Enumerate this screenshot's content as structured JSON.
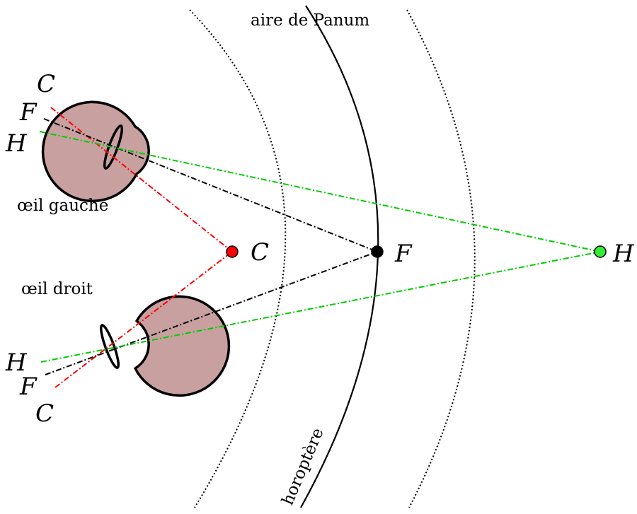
{
  "diagram": {
    "title_panum": "aire de Panum",
    "horopter_label": "horoptère",
    "left_eye_label": "œil gauche",
    "right_eye_label": "œil droit",
    "points": {
      "C": {
        "label": "C",
        "color": "#ff0000"
      },
      "F": {
        "label": "F",
        "color": "#000000"
      },
      "H": {
        "label": "H",
        "color": "#00cc00"
      }
    },
    "left_eye_retina_labels": {
      "C": "C",
      "F": "F",
      "H": "H"
    },
    "right_eye_retina_labels": {
      "H": "H",
      "F": "F",
      "C": "C"
    },
    "colors": {
      "eye_fill": "#c9a0a0",
      "line_C": "#ff0000",
      "line_F": "#000000",
      "line_H": "#00cc00"
    }
  }
}
